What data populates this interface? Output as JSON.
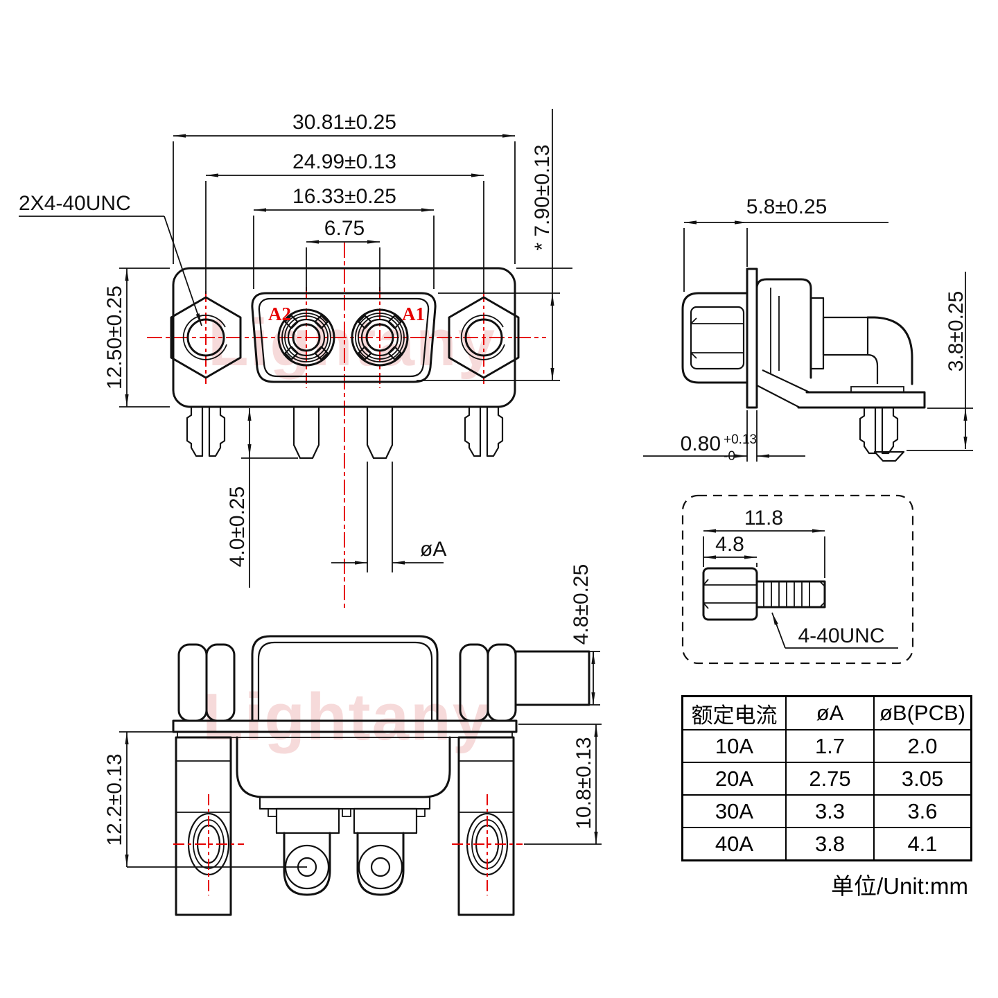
{
  "watermark": {
    "text": "Lightany"
  },
  "colors": {
    "line": "#111111",
    "accent_red": "#e60000",
    "watermark_pink": "#efb6b6"
  },
  "front_view": {
    "dim_overall_width": "30.81±0.25",
    "dim_mount_centers": "24.99±0.13",
    "dim_insert_width": "16.33±0.25",
    "dim_contact_pitch": "6.75",
    "dim_insert_height": "* 7.90±0.13",
    "dim_body_height": "12.50±0.25",
    "dim_peg_length": "4.0±0.25",
    "pin_dia_label": "øA",
    "thread_callout": "2X4-40UNC",
    "label_a1": "A1",
    "label_a2": "A2"
  },
  "side_view": {
    "dim_depth": "5.8±0.25",
    "dim_peg_length": "3.8±0.25",
    "dim_flange_thickness": "0.80",
    "tol_plus": "+0.13",
    "tol_minus": "-0"
  },
  "bottom_view": {
    "dim_body_height": "12.2±0.13",
    "dim_hole_offset": "10.8±0.13",
    "dim_tab": "4.8±0.25"
  },
  "screw_detail": {
    "dim_total_length": "11.8",
    "dim_head_length": "4.8",
    "thread_label": "4-40UNC"
  },
  "spec_table": {
    "headers": [
      "额定电流",
      "øA",
      "øB(PCB)"
    ],
    "rows": [
      [
        "10A",
        "1.7",
        "2.0"
      ],
      [
        "20A",
        "2.75",
        "3.05"
      ],
      [
        "30A",
        "3.3",
        "3.6"
      ],
      [
        "40A",
        "3.8",
        "4.1"
      ]
    ],
    "unit_note": "单位/Unit:mm"
  }
}
